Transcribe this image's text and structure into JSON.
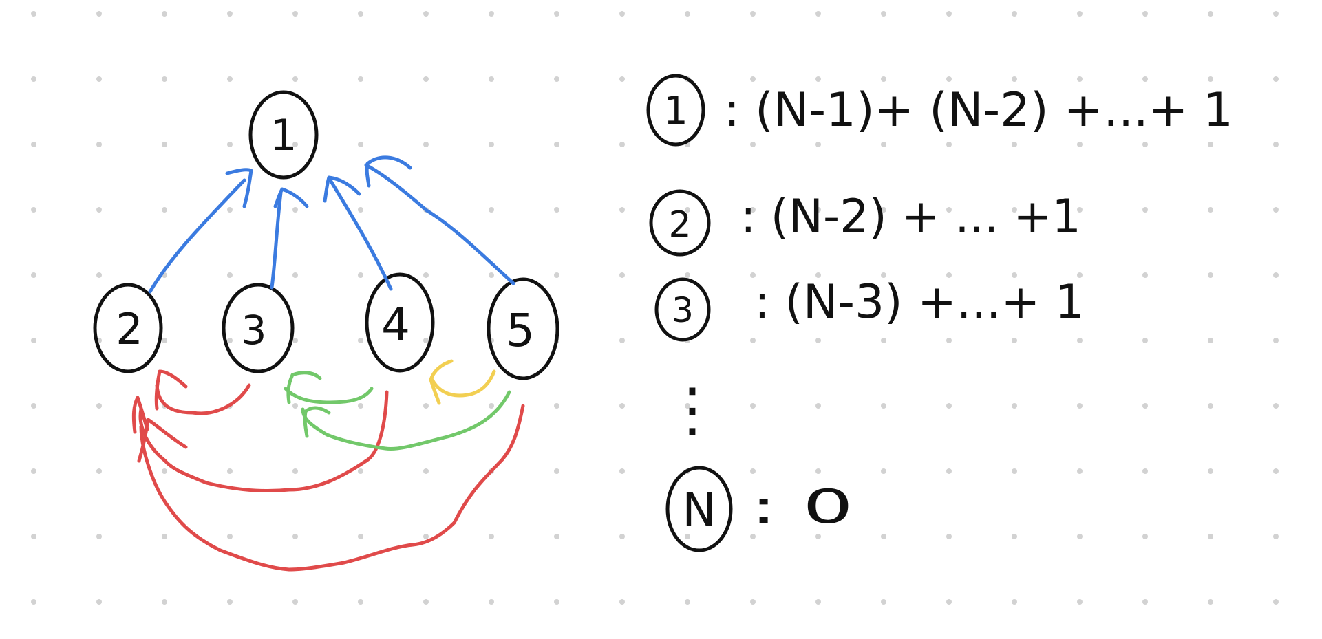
{
  "colors": {
    "ink": "#111111",
    "grid_dot": "#d2d2d2",
    "blue": "#3b7be0",
    "red": "#e04a4a",
    "green": "#72c86a",
    "yellow": "#f2cf52"
  },
  "graph": {
    "nodes": [
      {
        "id": "1",
        "label": "1"
      },
      {
        "id": "2",
        "label": "2"
      },
      {
        "id": "3",
        "label": "3"
      },
      {
        "id": "4",
        "label": "4"
      },
      {
        "id": "5",
        "label": "5"
      }
    ],
    "edges": [
      {
        "from": "2",
        "to": "1",
        "color": "blue"
      },
      {
        "from": "3",
        "to": "1",
        "color": "blue"
      },
      {
        "from": "4",
        "to": "1",
        "color": "blue"
      },
      {
        "from": "5",
        "to": "1",
        "color": "blue"
      },
      {
        "from": "3",
        "to": "2",
        "color": "red"
      },
      {
        "from": "4",
        "to": "2",
        "color": "red"
      },
      {
        "from": "5",
        "to": "2",
        "color": "red"
      },
      {
        "from": "4",
        "to": "3",
        "color": "green"
      },
      {
        "from": "5",
        "to": "3",
        "color": "green"
      },
      {
        "from": "5",
        "to": "4",
        "color": "yellow"
      }
    ]
  },
  "formulas": [
    {
      "node": "1",
      "expr": ": (N-1)+ (N-2) +...+ 1"
    },
    {
      "node": "2",
      "expr": ": (N-2) + ... +1"
    },
    {
      "node": "3",
      "expr": ": (N-3) +...+ 1"
    },
    {
      "node": "N",
      "expr": ": 0"
    }
  ],
  "ellipsis": "⋮"
}
